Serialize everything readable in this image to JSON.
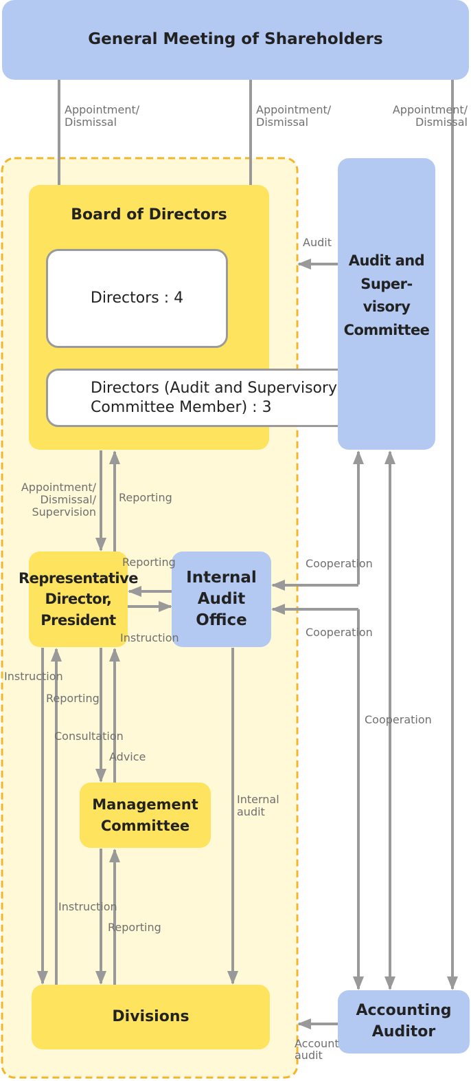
{
  "nodes": {
    "shareholders": "General Meeting of Shareholders",
    "board": "Board of Directors",
    "directors": "Directors : 4",
    "audit_directors": "Directors (Audit and Supervisory Committee Member) : 3",
    "audit_committee": "Audit and Super-visory Committee",
    "president": "Representative Director, President",
    "internal_audit": "Internal Audit Office",
    "management": "Management Committee",
    "divisions": "Divisions",
    "accounting_auditor": "Accounting Auditor"
  },
  "edges": {
    "appoint_left": "Appointment/\nDismissal",
    "appoint_mid": "Appointment/\nDismissal",
    "appoint_right": "Appointment/\nDismissal",
    "audit": "Audit",
    "appoint_supervision": "Appointment/\nDismissal/\nSupervision",
    "reporting_board": "Reporting",
    "reporting_ia": "Reporting",
    "instruction_ia": "Instruction",
    "cooperation_1": "Cooperation",
    "cooperation_2": "Cooperation",
    "cooperation_3": "Cooperation",
    "instruction_div": "Instruction",
    "reporting_div": "Reporting",
    "consultation": "Consultation",
    "advice": "Advice",
    "internal_audit": "Internal\naudit",
    "instruction_mc": "Instruction",
    "reporting_mc": "Reporting",
    "account_audit": "Account\naudit"
  },
  "colors": {
    "blue_box": "#b3c9f2",
    "yellow_box": "#fee35f",
    "frame_fill": "#fff9d8",
    "frame_border": "#f3b627",
    "arrow": "#999999",
    "label": "#6f6f6f"
  }
}
